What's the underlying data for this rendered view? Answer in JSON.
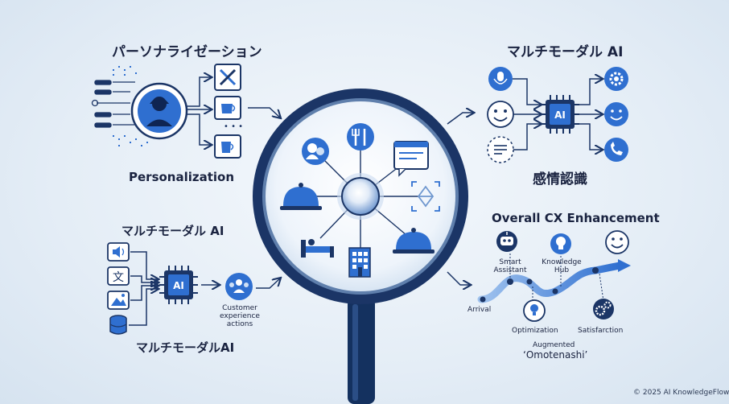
{
  "sections": {
    "personalization_jp": "パーソナライゼーション",
    "personalization_en": "Personalization",
    "multimodal_top_right": "マルチモーダル AI",
    "emotion_recognition": "感情認識",
    "multimodal_left": "マルチモーダル AI",
    "multimodal_bottom": "マルチモーダルAI",
    "overall_cx": "Overall CX Enhancement"
  },
  "labels": {
    "ai_chip_right": "AI",
    "ai_chip_left": "AI",
    "text_glyph": "文",
    "customer_actions": [
      "Customer",
      "experience",
      "actions"
    ],
    "smart_assistant": [
      "Smart",
      "Assistant"
    ],
    "knowledge_hub": [
      "Knowledge",
      "Hub"
    ],
    "arrival": "Arrival",
    "optimization": "Optimization",
    "satisfaction": "Satisfarction",
    "augmented": "Augmented",
    "omotenashi": "‘Omotenashi’"
  },
  "footer": "© 2025 AI KnowledgeFlow",
  "colors": {
    "navy": "#1b3566",
    "blue": "#2f6fd0",
    "light_blue": "#cfe0f5",
    "background": "#e6eef7"
  }
}
